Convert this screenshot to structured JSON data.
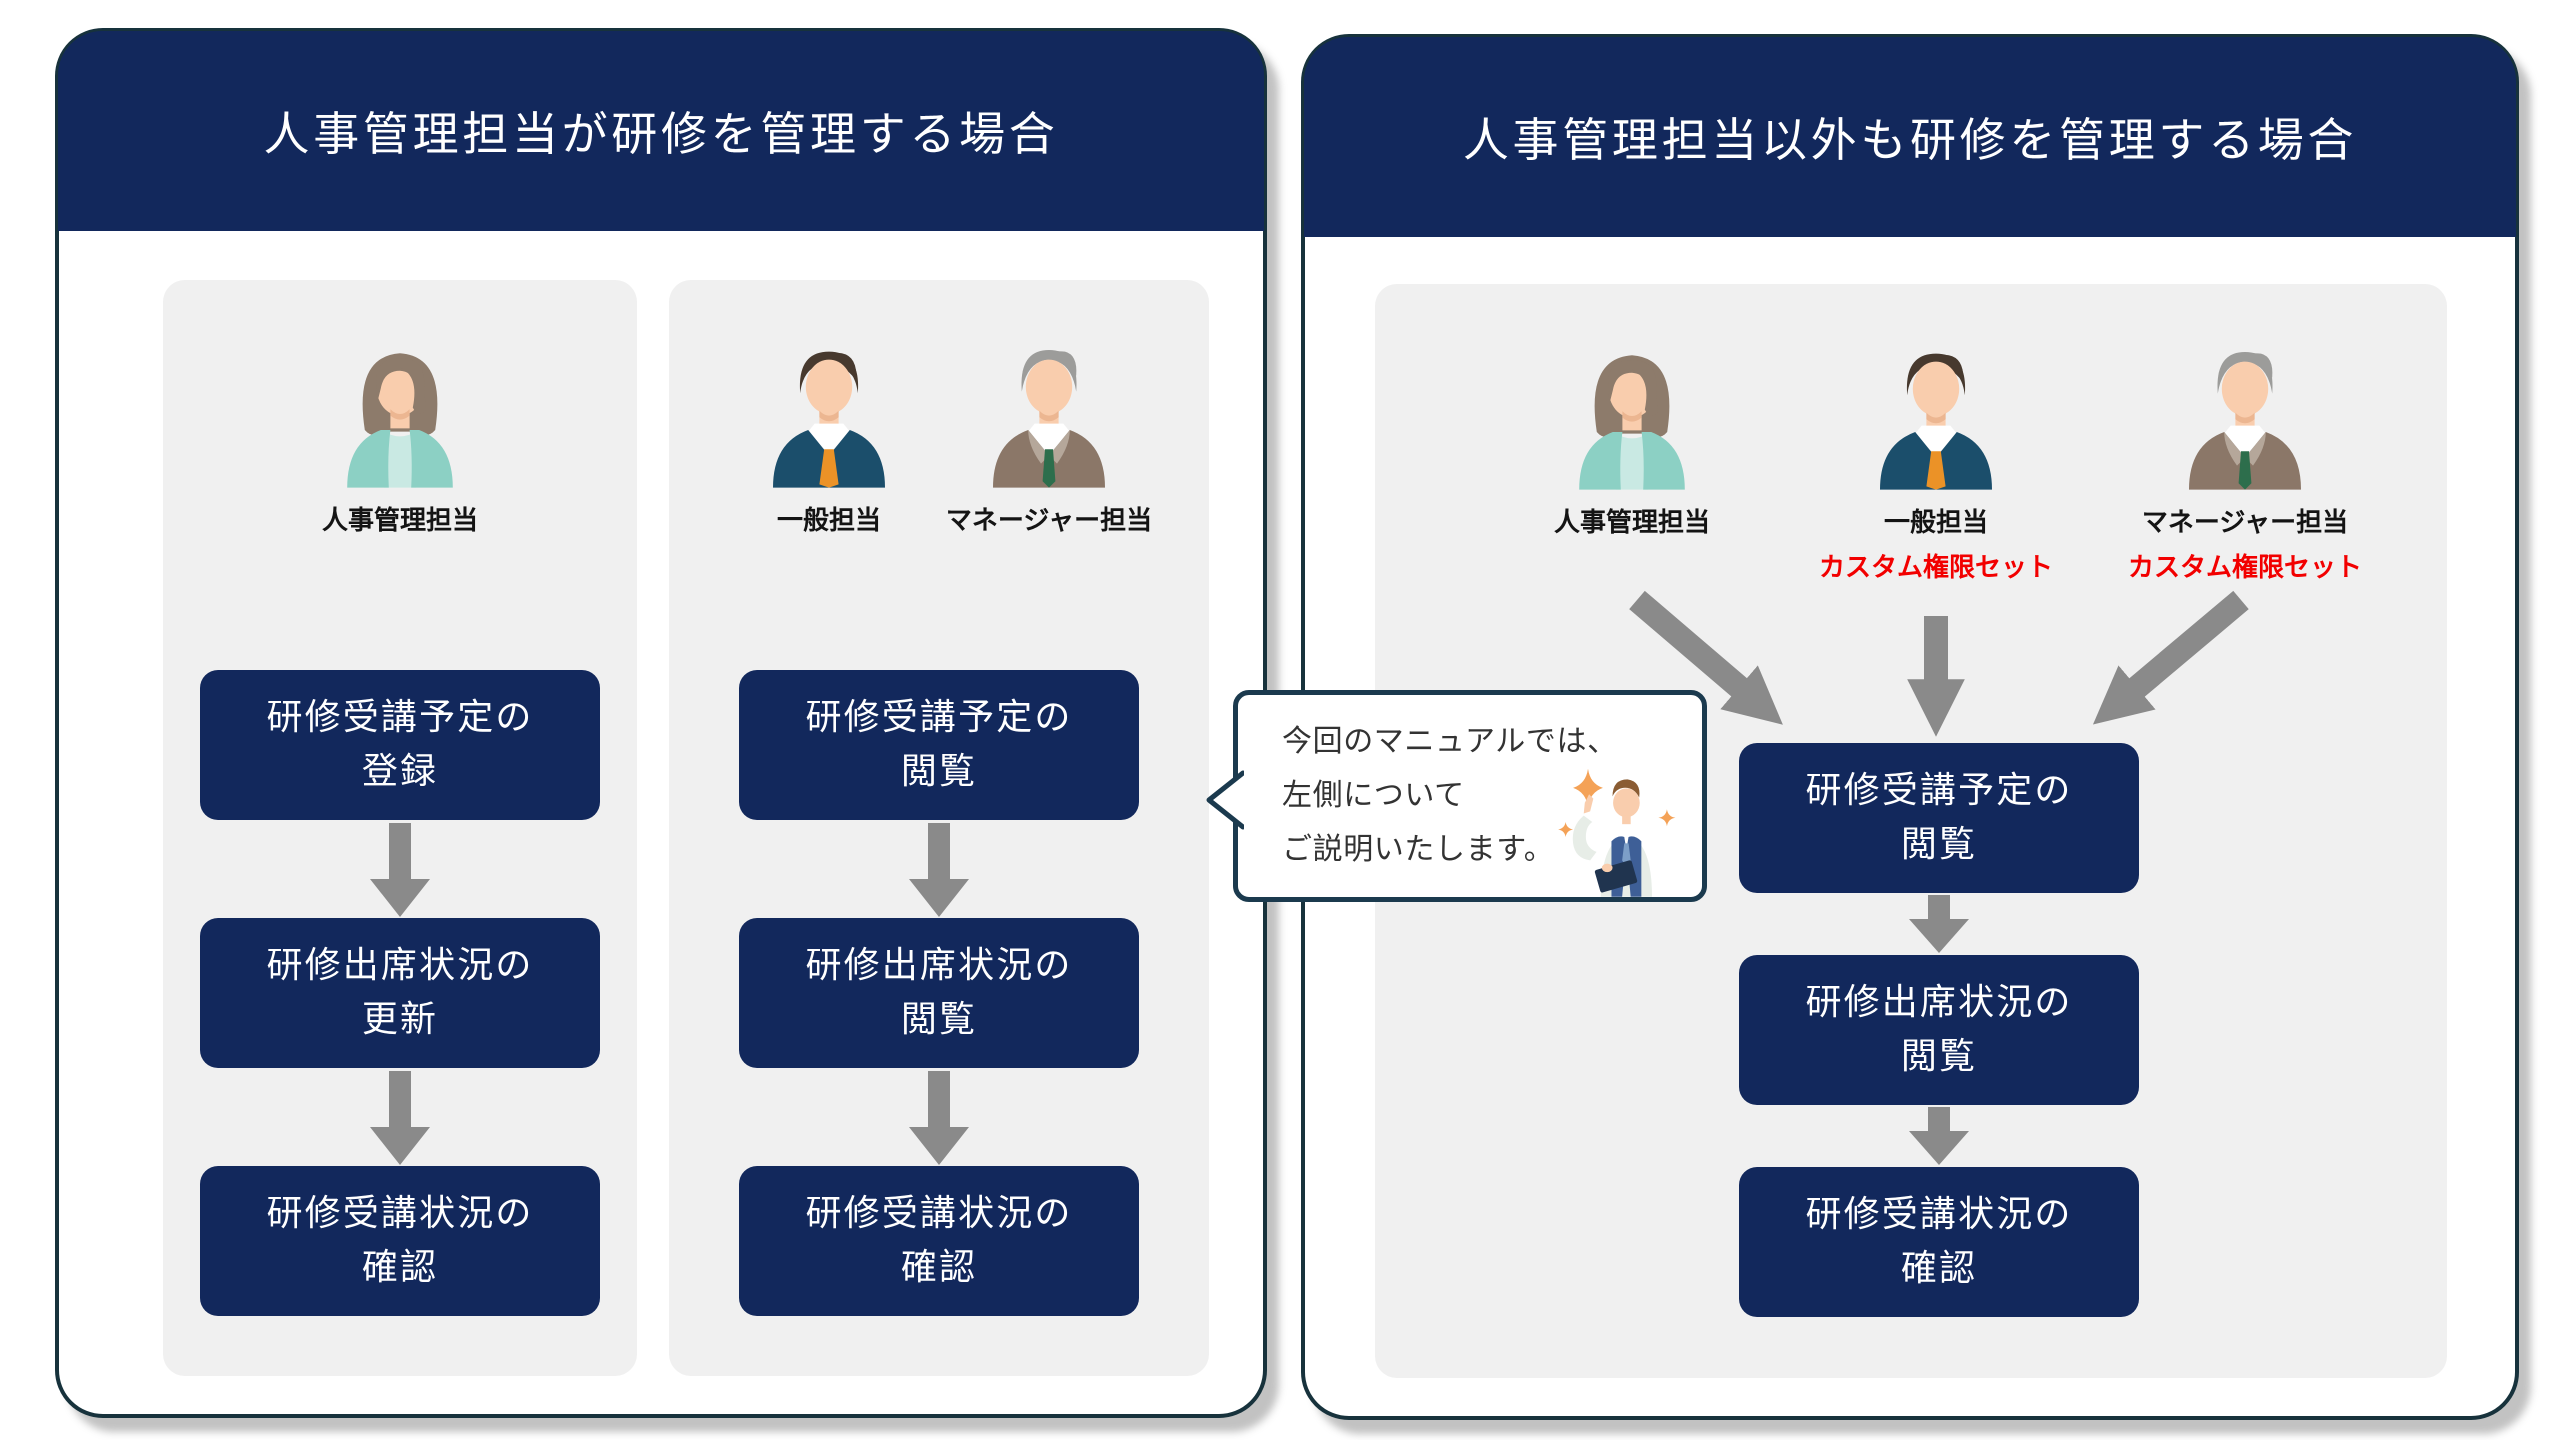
{
  "colors": {
    "primary_navy": "#12285c",
    "panel_border": "#17323c",
    "bubble_border": "#1b3a4e",
    "column_bg": "#f0f0f0",
    "arrow_gray": "#8a8a8a",
    "alert_red": "#f20000",
    "label_black": "#141414",
    "sparkle_orange": "#f4a257"
  },
  "left_panel": {
    "title": "人事管理担当が研修を管理する場合",
    "columns": [
      {
        "personas": [
          {
            "icon": "female-hr-avatar",
            "label": "人事管理担当"
          }
        ],
        "steps": [
          {
            "l1": "研修受講予定の",
            "l2": "登録"
          },
          {
            "l1": "研修出席状況の",
            "l2": "更新"
          },
          {
            "l1": "研修受講状況の",
            "l2": "確認"
          }
        ]
      },
      {
        "personas": [
          {
            "icon": "male-staff-avatar",
            "label": "一般担当"
          },
          {
            "icon": "male-manager-avatar",
            "label": "マネージャー担当"
          }
        ],
        "steps": [
          {
            "l1": "研修受講予定の",
            "l2": "閲覧"
          },
          {
            "l1": "研修出席状況の",
            "l2": "閲覧"
          },
          {
            "l1": "研修受講状況の",
            "l2": "確認"
          }
        ]
      }
    ]
  },
  "right_panel": {
    "title": "人事管理担当以外も研修を管理する場合",
    "personas": [
      {
        "icon": "female-hr-avatar",
        "label": "人事管理担当",
        "sublabel": ""
      },
      {
        "icon": "male-staff-avatar",
        "label": "一般担当",
        "sublabel": "カスタム権限セット"
      },
      {
        "icon": "male-manager-avatar",
        "label": "マネージャー担当",
        "sublabel": "カスタム権限セット"
      }
    ],
    "steps": [
      {
        "l1": "研修受講予定の",
        "l2": "閲覧"
      },
      {
        "l1": "研修出席状況の",
        "l2": "閲覧"
      },
      {
        "l1": "研修受講状況の",
        "l2": "確認"
      }
    ]
  },
  "callout": {
    "icon": "presenter-pointing-icon",
    "lines": [
      "今回のマニュアルでは、",
      "左側について",
      "ご説明いたします。"
    ]
  }
}
